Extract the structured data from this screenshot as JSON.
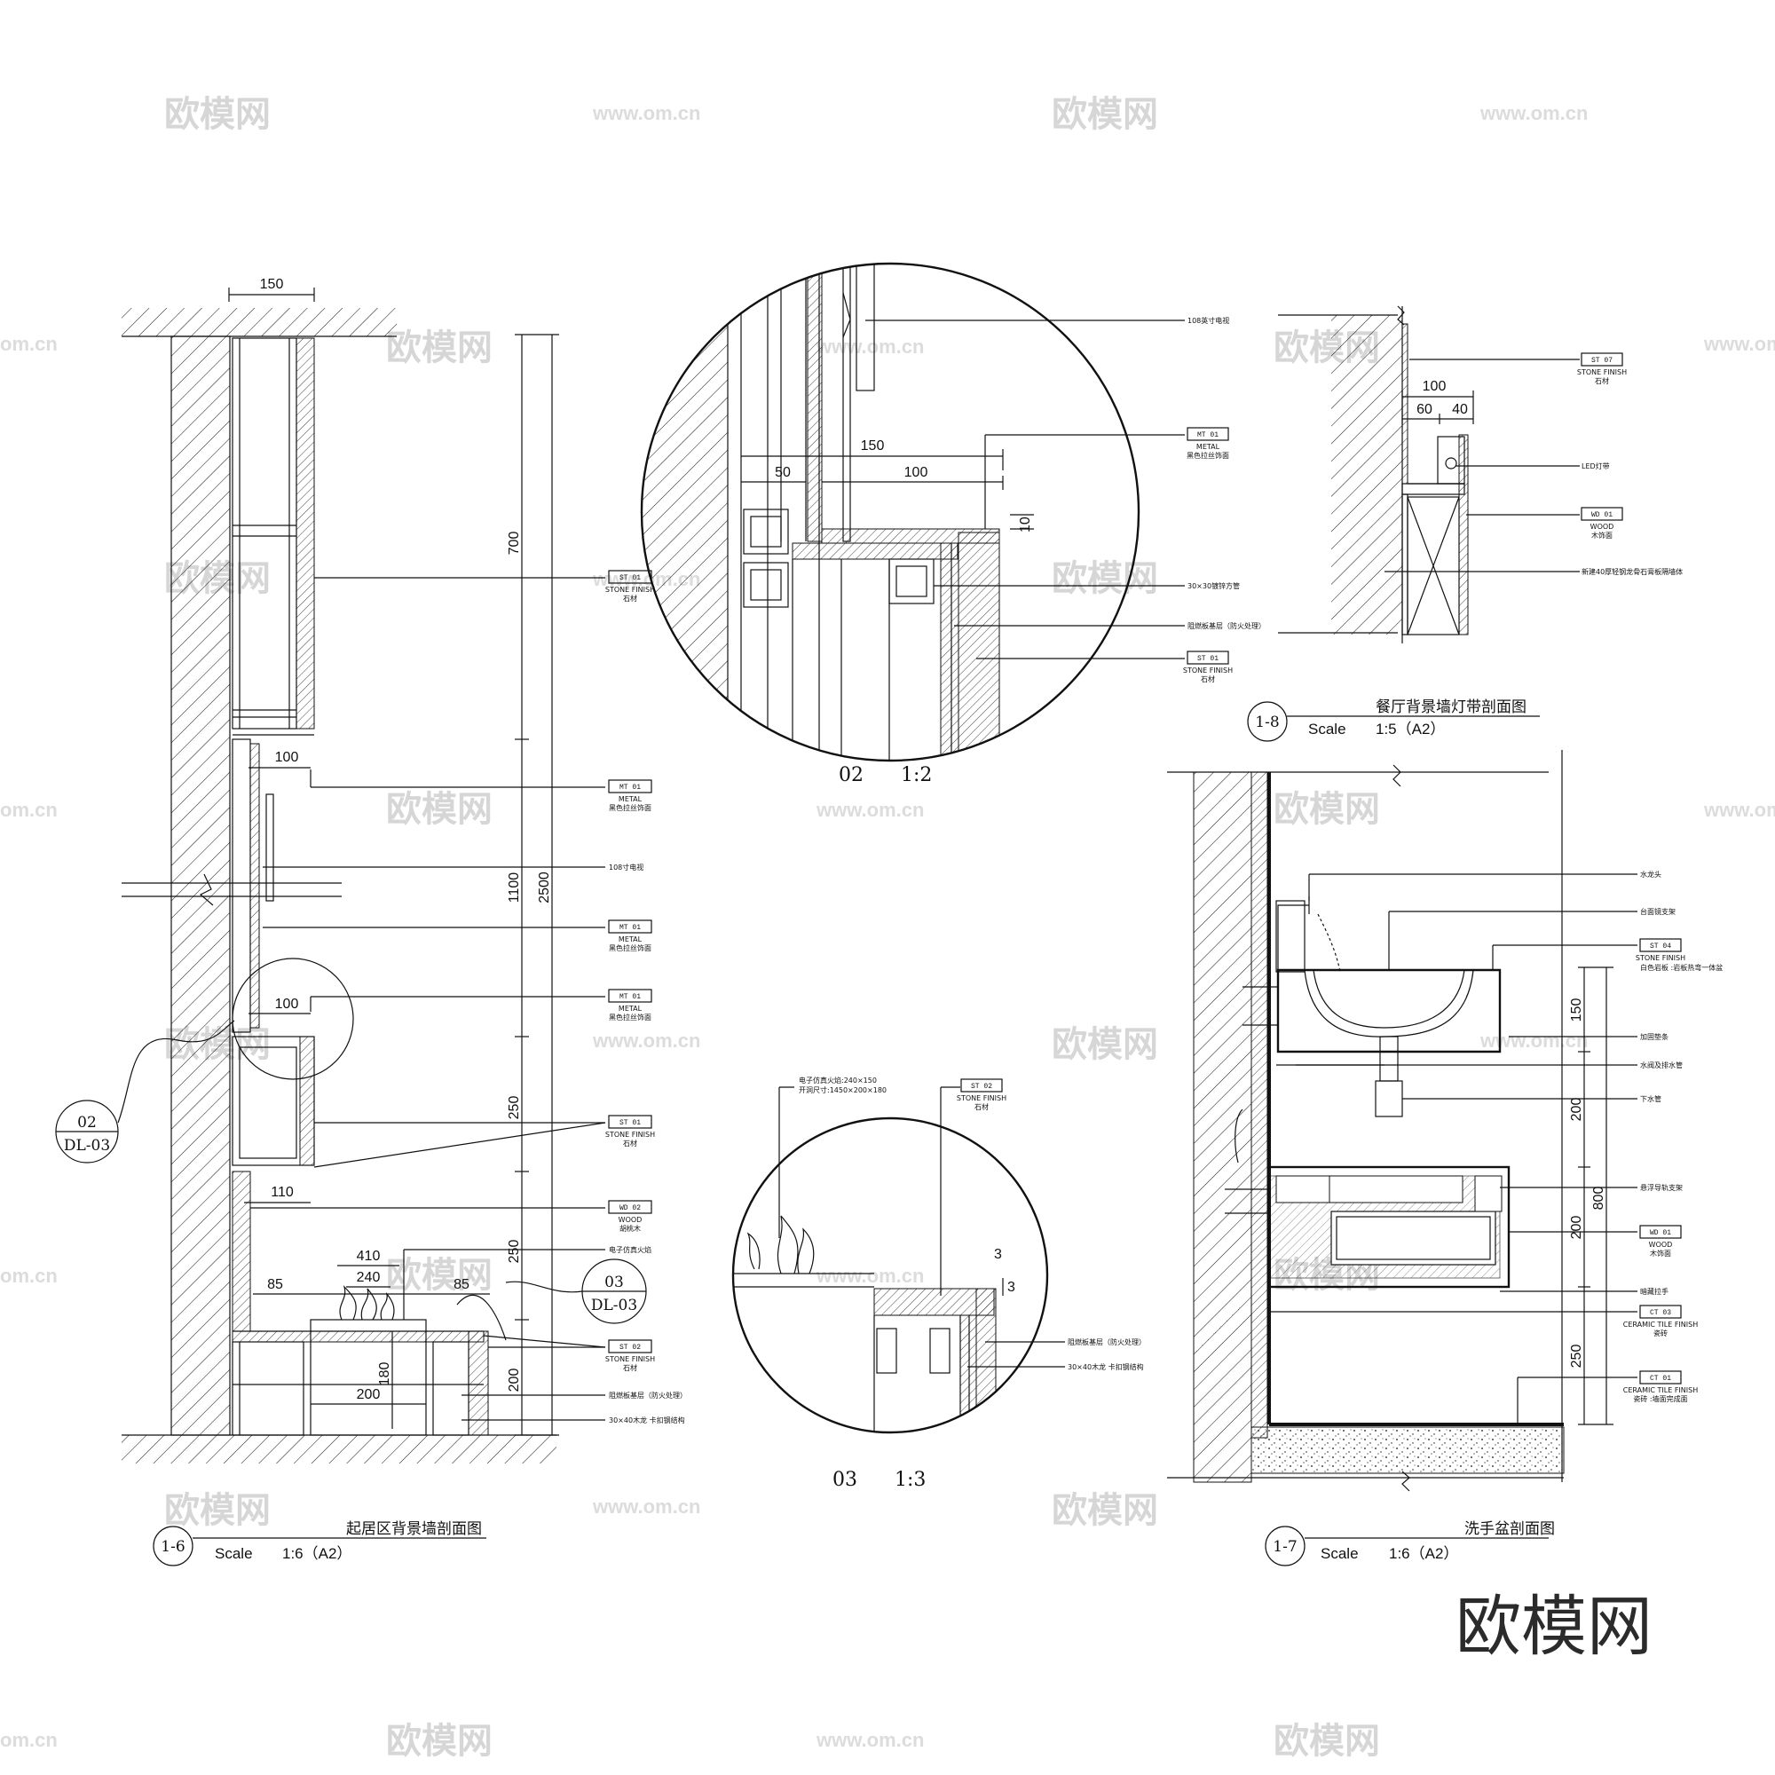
{
  "watermark": {
    "brand": "欧模网",
    "url": "www.om.cn",
    "url_edge": "om.cn"
  },
  "section_1_6": {
    "bubble_number": "1-6",
    "title": "起居区背景墙剖面图",
    "scale_label": "Scale",
    "scale_value": "1:6（A2）",
    "dims": [
      "150",
      "700",
      "1100",
      "2500",
      "250",
      "250",
      "200",
      "100",
      "100",
      "110",
      "410",
      "240",
      "85",
      "85",
      "200",
      "180"
    ],
    "detail_ref": {
      "number": "02",
      "sheet": "DL-03"
    },
    "detail_ref2": {
      "number": "03",
      "sheet": "DL-03"
    },
    "callouts": [
      {
        "tag": "ST 01",
        "line1": "STONE FINISH",
        "line2": "石材"
      },
      {
        "tag": "MT 01",
        "line1": "METAL",
        "line2": "黑色拉丝饰面"
      },
      {
        "tag": "",
        "line1": "108寸电视",
        "line2": ""
      },
      {
        "tag": "MT 01",
        "line1": "METAL",
        "line2": "黑色拉丝饰面"
      },
      {
        "tag": "MT 01",
        "line1": "METAL",
        "line2": "黑色拉丝饰面"
      },
      {
        "tag": "ST 01",
        "line1": "STONE FINISH",
        "line2": "石材"
      },
      {
        "tag": "WD 02",
        "line1": "WOOD",
        "line2": "胡桃木"
      },
      {
        "tag": "",
        "line1": "电子仿真火焰",
        "line2": ""
      },
      {
        "tag": "ST 02",
        "line1": "STONE FINISH",
        "line2": "石材"
      },
      {
        "tag": "",
        "line1": "阻燃板基层（防火处理）",
        "line2": ""
      },
      {
        "tag": "",
        "line1": "30×40木龙 卡扣钢结构",
        "line2": ""
      }
    ]
  },
  "detail_02": {
    "label": "02",
    "scale": "1:2",
    "dims": [
      "150",
      "100",
      "50",
      "10"
    ],
    "callouts": [
      {
        "tag": "",
        "line1": "108英寸电视",
        "line2": ""
      },
      {
        "tag": "MT 01",
        "line1": "METAL",
        "line2": "黑色拉丝饰面"
      },
      {
        "tag": "",
        "line1": "30×30镀锌方管",
        "line2": ""
      },
      {
        "tag": "",
        "line1": "阻燃板基层（防火处理）",
        "line2": ""
      },
      {
        "tag": "ST 01",
        "line1": "STONE FINISH",
        "line2": "石材"
      }
    ]
  },
  "detail_03": {
    "label": "03",
    "scale": "1:3",
    "dims": [
      "3",
      "3"
    ],
    "callouts": [
      {
        "tag": "",
        "line1": "电子仿真火焰:240×150",
        "line2": "开洞尺寸:1450×200×180"
      },
      {
        "tag": "ST 02",
        "line1": "STONE FINISH",
        "line2": "石材"
      },
      {
        "tag": "",
        "line1": "阻燃板基层（防火处理）",
        "line2": ""
      },
      {
        "tag": "",
        "line1": "30×40木龙 卡扣钢结构",
        "line2": ""
      }
    ]
  },
  "section_1_8": {
    "bubble_number": "1-8",
    "title": "餐厅背景墙灯带剖面图",
    "scale_label": "Scale",
    "scale_value": "1:5（A2）",
    "dims": [
      "100",
      "60",
      "40"
    ],
    "callouts": [
      {
        "tag": "ST 07",
        "line1": "STONE FINISH",
        "line2": "石材"
      },
      {
        "tag": "",
        "line1": "LED灯带",
        "line2": ""
      },
      {
        "tag": "WD 01",
        "line1": "WOOD",
        "line2": "木饰面"
      },
      {
        "tag": "",
        "line1": "新建40厚轻钢龙骨石膏板隔墙体",
        "line2": ""
      }
    ]
  },
  "section_1_7": {
    "bubble_number": "1-7",
    "title": "洗手盆剖面图",
    "scale_label": "Scale",
    "scale_value": "1:6（A2）",
    "dims": [
      "150",
      "200",
      "200",
      "800",
      "250"
    ],
    "callouts": [
      {
        "tag": "",
        "line1": "水龙头",
        "line2": ""
      },
      {
        "tag": "",
        "line1": "台面镜支架",
        "line2": ""
      },
      {
        "tag": "ST 04",
        "line1": "STONE FINISH",
        "line2": "白色岩板 :岩板热弯一体盆"
      },
      {
        "tag": "",
        "line1": "加固垫条",
        "line2": ""
      },
      {
        "tag": "",
        "line1": "水阀及排水管",
        "line2": ""
      },
      {
        "tag": "",
        "line1": "下水管",
        "line2": ""
      },
      {
        "tag": "",
        "line1": "悬浮导轨支架",
        "line2": ""
      },
      {
        "tag": "WD 01",
        "line1": "WOOD",
        "line2": "木饰面"
      },
      {
        "tag": "",
        "line1": "暗藏拉手",
        "line2": ""
      },
      {
        "tag": "CT 03",
        "line1": "CERAMIC TILE FINISH",
        "line2": "瓷砖"
      },
      {
        "tag": "CT 01",
        "line1": "CERAMIC TILE FINISH",
        "line2": "瓷砖 :墙面完成面"
      }
    ]
  },
  "brand_logo": "欧模网"
}
